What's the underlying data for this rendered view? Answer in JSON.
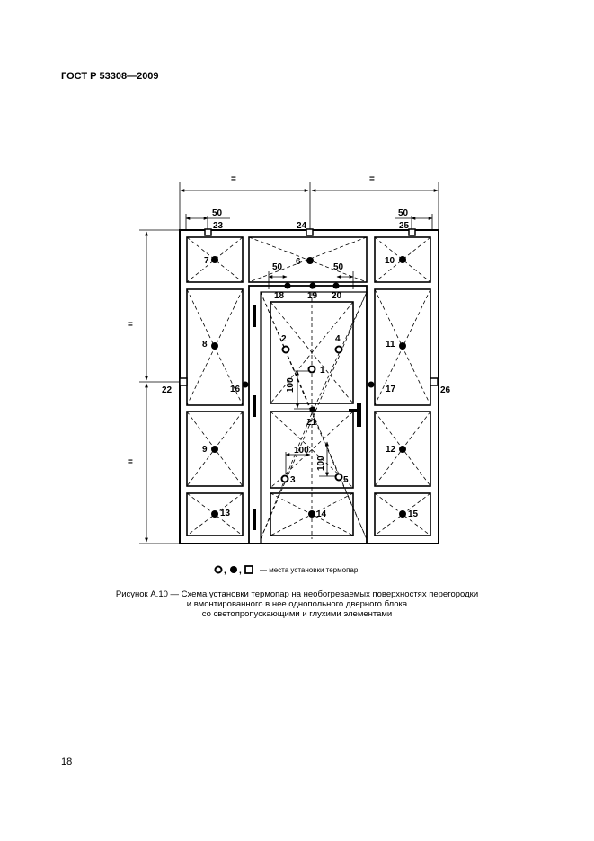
{
  "header": {
    "standard": "ГОСТ Р 53308—2009"
  },
  "page": {
    "number": "18"
  },
  "dims": {
    "eq_top_left": "=",
    "eq_top_right": "=",
    "eq_side_top": "=",
    "eq_side_bottom": "=",
    "d50_left": "50",
    "d50_right": "50",
    "d50_mid_left": "50",
    "d50_mid_right": "50",
    "d100_v_upper": "100",
    "d100_h": "100",
    "d100_v_lower": "100"
  },
  "points": {
    "p1": "1",
    "p2": "2",
    "p3": "3",
    "p4": "4",
    "p5": "5",
    "p6": "6",
    "p7": "7",
    "p8": "8",
    "p9": "9",
    "p10": "10",
    "p11": "11",
    "p12": "12",
    "p13": "13",
    "p14": "14",
    "p15": "15",
    "p16": "16",
    "p17": "17",
    "p18": "18",
    "p19": "19",
    "p20": "20",
    "p21": "21",
    "p22": "22",
    "p23": "23",
    "p24": "24",
    "p25": "25",
    "p26": "26"
  },
  "legend": {
    "separator1": ",",
    "separator2": ",",
    "text": "— места установки термопар"
  },
  "caption": {
    "line1": "Рисунок А.10 — Схема установки термопар на необогреваемых поверхностях перегородки",
    "line2": "и вмонтированного в нее однопольного дверного блока",
    "line3": "со светопропускающими и глухими элементами"
  }
}
